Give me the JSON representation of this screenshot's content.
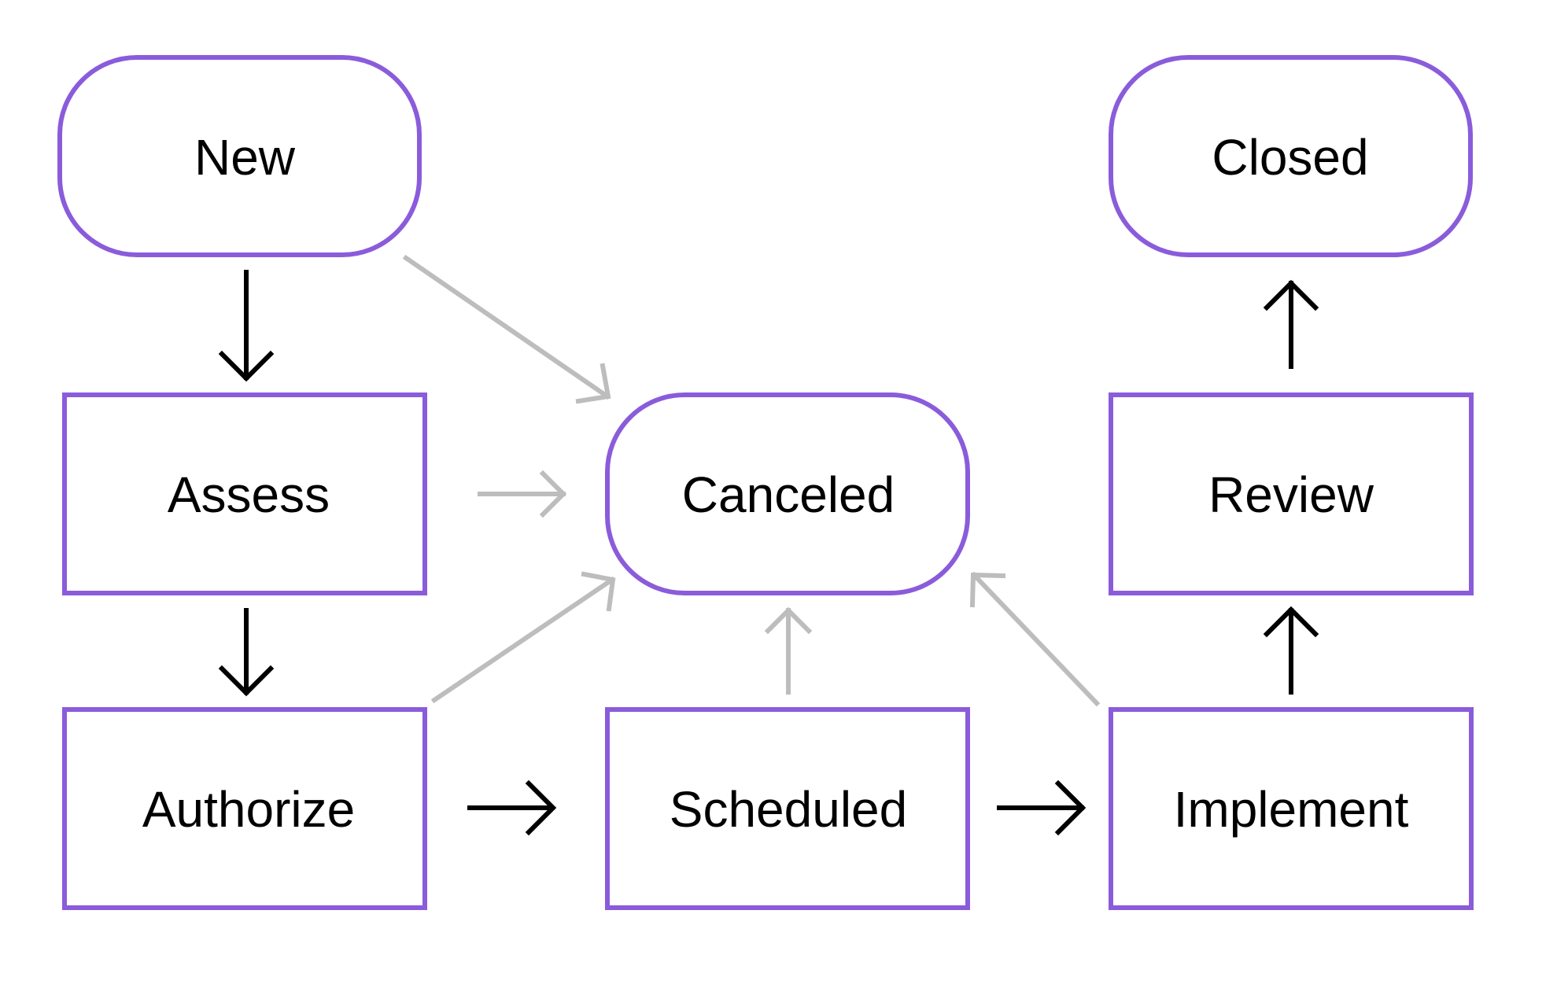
{
  "colors": {
    "node_border": "#8a5cdb",
    "main_arrow": "#000000",
    "cancel_arrow": "#bdbdbd",
    "background": "#ffffff"
  },
  "nodes": {
    "new": {
      "label": "New",
      "shape": "rounded"
    },
    "closed": {
      "label": "Closed",
      "shape": "rounded"
    },
    "assess": {
      "label": "Assess",
      "shape": "rect"
    },
    "canceled": {
      "label": "Canceled",
      "shape": "rounded"
    },
    "review": {
      "label": "Review",
      "shape": "rect"
    },
    "authorize": {
      "label": "Authorize",
      "shape": "rect"
    },
    "scheduled": {
      "label": "Scheduled",
      "shape": "rect"
    },
    "implement": {
      "label": "Implement",
      "shape": "rect"
    }
  },
  "edges": [
    {
      "from": "new",
      "to": "assess",
      "style": "main"
    },
    {
      "from": "assess",
      "to": "authorize",
      "style": "main"
    },
    {
      "from": "authorize",
      "to": "scheduled",
      "style": "main"
    },
    {
      "from": "scheduled",
      "to": "implement",
      "style": "main"
    },
    {
      "from": "implement",
      "to": "review",
      "style": "main"
    },
    {
      "from": "review",
      "to": "closed",
      "style": "main"
    },
    {
      "from": "new",
      "to": "canceled",
      "style": "cancel"
    },
    {
      "from": "assess",
      "to": "canceled",
      "style": "cancel"
    },
    {
      "from": "authorize",
      "to": "canceled",
      "style": "cancel"
    },
    {
      "from": "scheduled",
      "to": "canceled",
      "style": "cancel"
    },
    {
      "from": "implement",
      "to": "canceled",
      "style": "cancel"
    }
  ]
}
